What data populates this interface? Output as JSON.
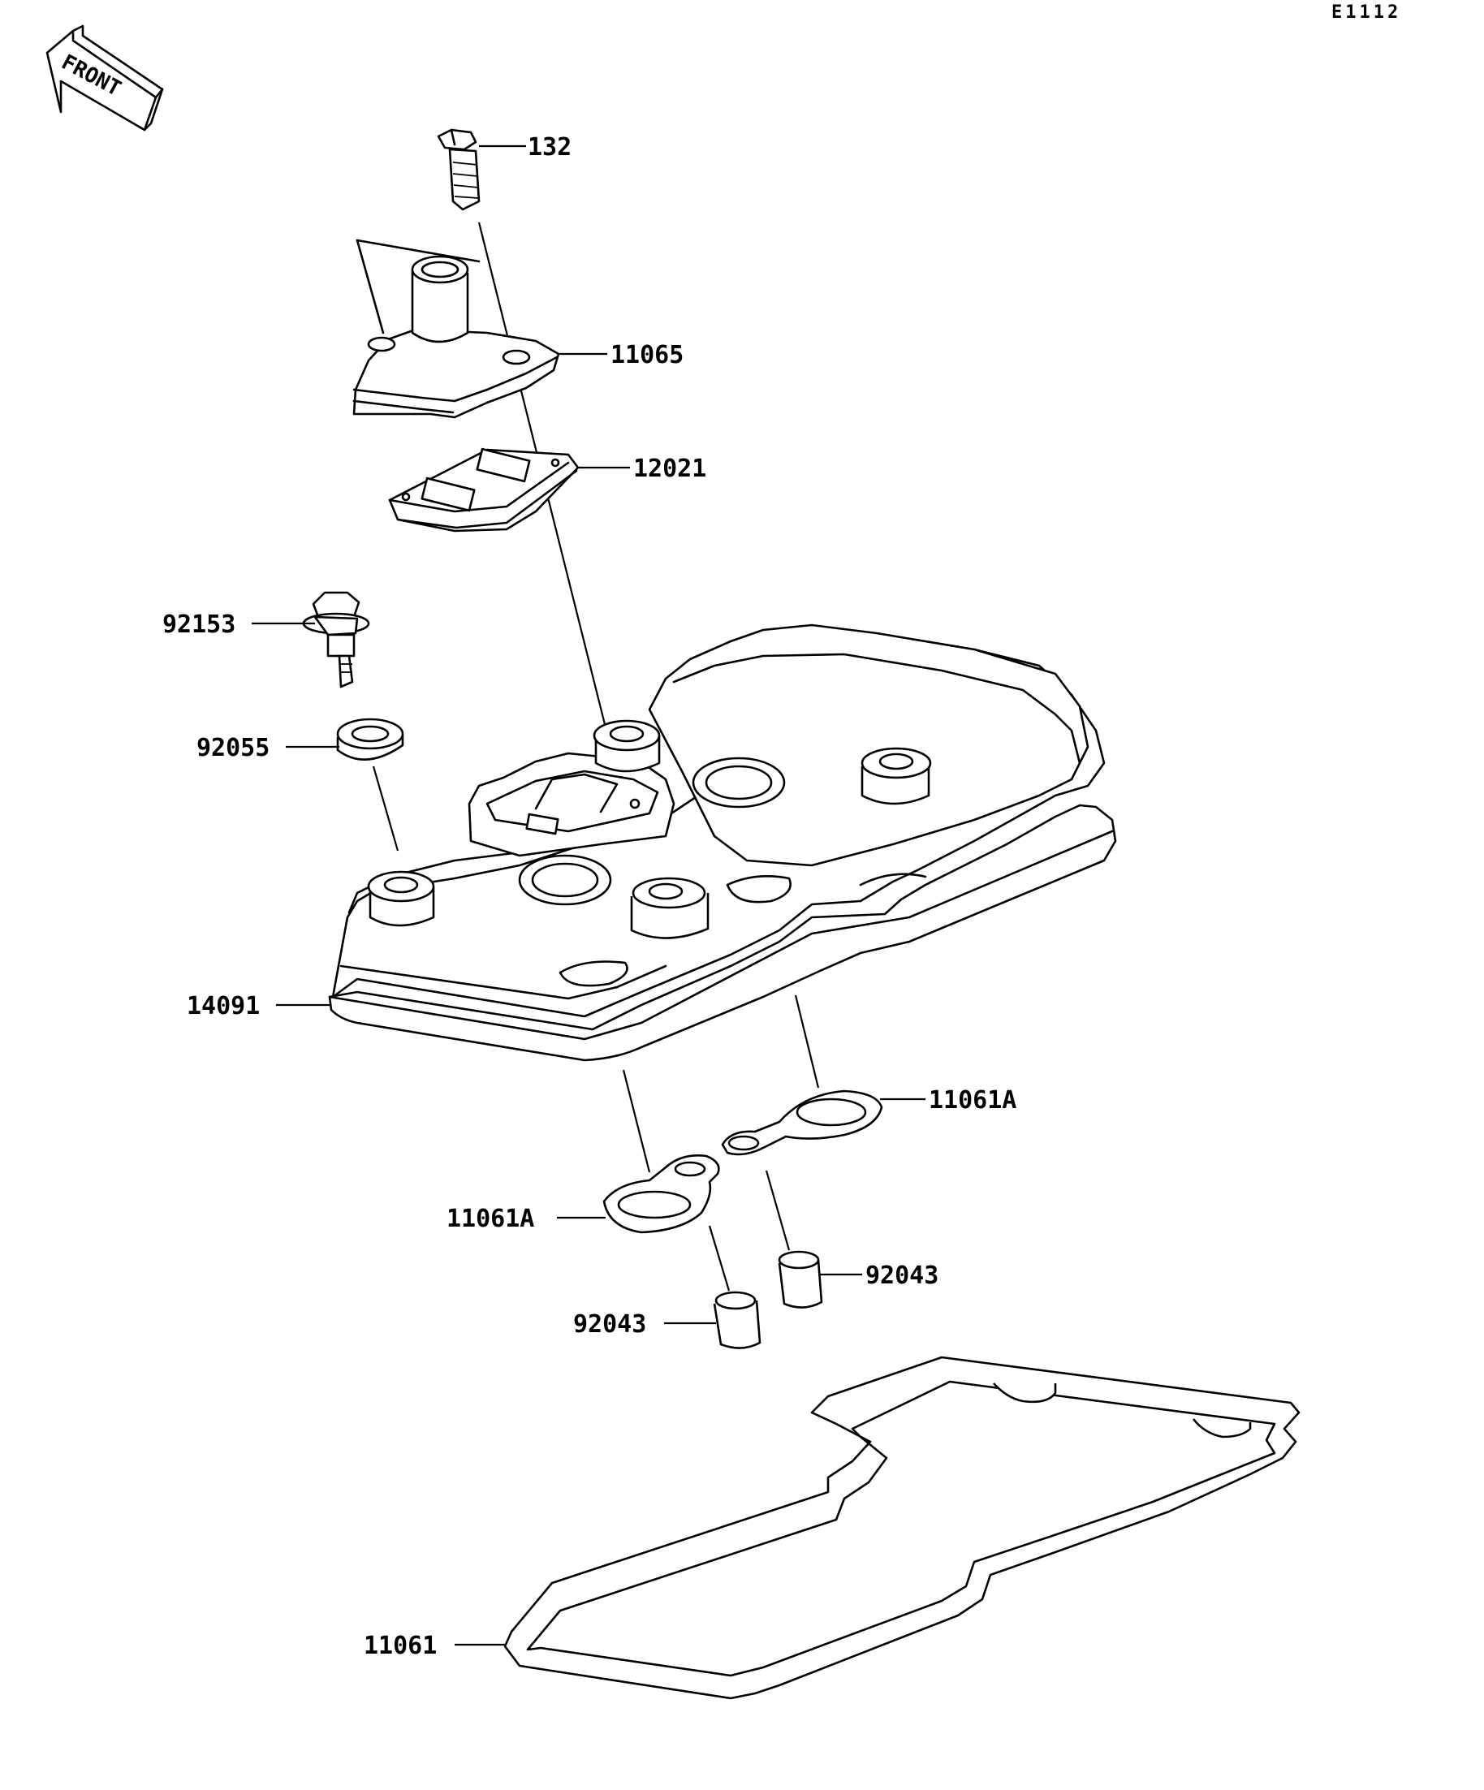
{
  "diagram_code": "E1112",
  "front_label": "FRONT",
  "parts": [
    {
      "number": "132",
      "name_key": "bolt"
    },
    {
      "number": "11065",
      "name_key": "breather-cover"
    },
    {
      "number": "12021",
      "name_key": "reed-valve"
    },
    {
      "number": "92153",
      "name_key": "cover-bolt"
    },
    {
      "number": "92055",
      "name_key": "washer"
    },
    {
      "number": "14091",
      "name_key": "cylinder-head-cover"
    },
    {
      "number": "11061A",
      "name_key": "plug-gasket-right"
    },
    {
      "number": "11061A",
      "name_key": "plug-gasket-left"
    },
    {
      "number": "92043",
      "name_key": "dowel-pin-right"
    },
    {
      "number": "92043",
      "name_key": "dowel-pin-left"
    },
    {
      "number": "11061",
      "name_key": "head-cover-gasket"
    }
  ]
}
